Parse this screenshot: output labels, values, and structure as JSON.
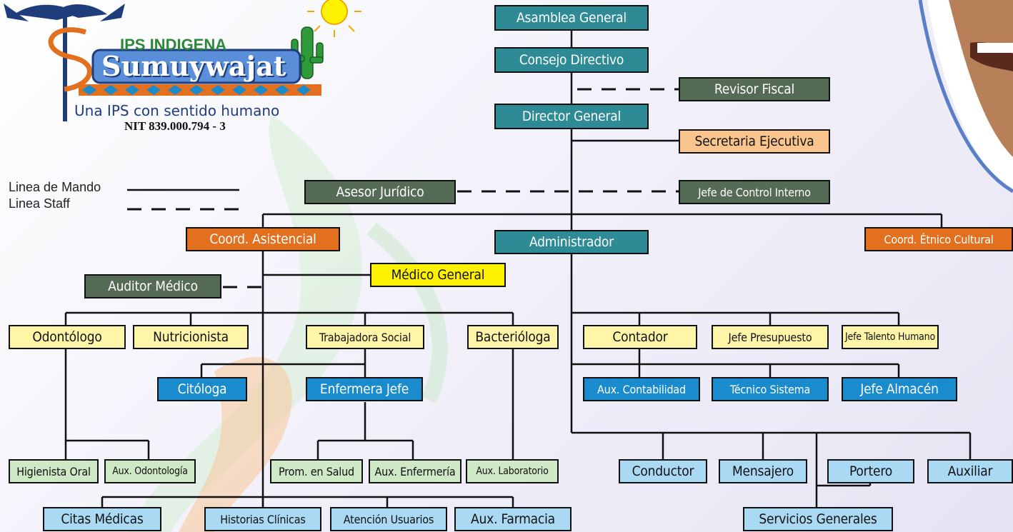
{
  "logo": {
    "org_prefix": "IPS INDIGENA",
    "org_name": "Sumuywajat",
    "slogan": "Una IPS con sentido humano",
    "nit": "NIT 839.000.794 - 3",
    "icons": [
      "caduceus-icon",
      "sun-icon",
      "cactus-icon"
    ]
  },
  "legend": {
    "command_line": "Linea de Mando",
    "staff_line": "Linea Staff"
  },
  "nodes": {
    "asamblea": "Asamblea General",
    "consejo": "Consejo Directivo",
    "revisor": "Revisor Fiscal",
    "director": "Director General",
    "secretaria": "Secretaria Ejecutiva",
    "asesor": "Asesor Jurídico",
    "control": "Jefe de Control Interno",
    "coord_asist": "Coord. Asistencial",
    "administrador": "Administrador",
    "coord_etnico": "Coord. Étnico Cultural",
    "auditor": "Auditor Médico",
    "medico": "Médico General",
    "odontologo": "Odontólogo",
    "nutricionista": "Nutricionista",
    "trabajadora": "Trabajadora Social",
    "bacteriologa": "Bacterióloga",
    "contador": "Contador",
    "jefe_presupuesto": "Jefe Presupuesto",
    "jefe_talento": "Jefe Talento Humano",
    "citologa": "Citóloga",
    "enfermera": "Enfermera Jefe",
    "aux_contabilidad": "Aux. Contabilidad",
    "tecnico": "Técnico Sistema",
    "almacen": "Jefe Almacén",
    "higienista": "Higienista Oral",
    "aux_odonto": "Aux. Odontología",
    "prom_salud": "Prom. en Salud",
    "aux_enfermeria": "Aux. Enfermería",
    "aux_lab": "Aux. Laboratorio",
    "conductor": "Conductor",
    "mensajero": "Mensajero",
    "portero": "Portero",
    "auxiliar": "Auxiliar",
    "citas": "Citas Médicas",
    "historias": "Historias Clínicas",
    "atencion": "Atención Usuarios",
    "farmacia": "Aux. Farmacia",
    "servicios": "Servicios Generales"
  },
  "colors": {
    "teal": "#2e8b96",
    "olive": "#566b55",
    "orange": "#e2701f",
    "yellow": "#fff200",
    "light_yellow": "#fff6a8",
    "blue": "#1a8bcd",
    "light_green": "#cfe9c6",
    "light_blue": "#aad9f4",
    "peach": "#f9c58c"
  }
}
